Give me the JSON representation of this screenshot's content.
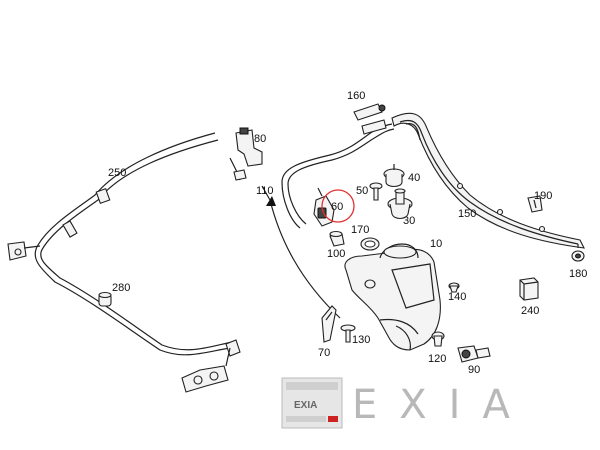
{
  "diagram": {
    "labels": {
      "p10": "10",
      "p30": "30",
      "p40": "40",
      "p50": "50",
      "p60": "60",
      "p70": "70",
      "p80": "80",
      "p90": "90",
      "p100": "100",
      "p110": "110",
      "p120": "120",
      "p130": "130",
      "p140": "140",
      "p150": "150",
      "p160": "160",
      "p170": "170",
      "p180": "180",
      "p190": "190",
      "p240": "240",
      "p250": "250",
      "p280": "280"
    },
    "highlight": {
      "part": "60",
      "color": "#e03030"
    }
  },
  "logo": {
    "badge_text": "EXIA",
    "wordmark": "EXIA",
    "color": "#b8b8b8",
    "accent": "#cc2222"
  }
}
